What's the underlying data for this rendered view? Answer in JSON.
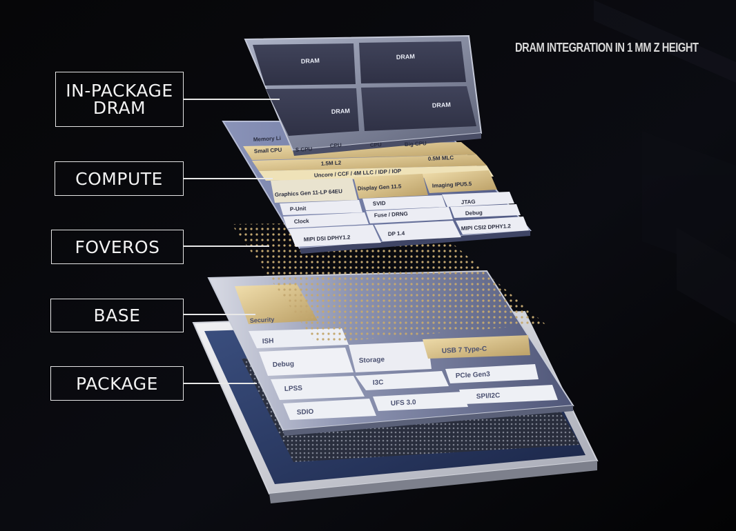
{
  "headline": "DRAM INTEGRATION IN 1 MM Z HEIGHT",
  "labels": {
    "dram": "IN-PACKAGE\nDRAM",
    "compute": "COMPUTE",
    "foveros": "FOVEROS",
    "base": "BASE",
    "package": "PACKAGE"
  },
  "dram_layer": {
    "tiles": [
      "DRAM",
      "DRAM",
      "DRAM",
      "DRAM"
    ]
  },
  "compute_layer": {
    "blocks": [
      "Memory Li",
      "Small CPU",
      "S CPU",
      "CPU",
      "CPU",
      "Big CPU",
      "1.5M L2",
      "0.5M MLC",
      "Uncore / CCF / 4M LLC / IDP / IOP",
      "Graphics Gen 11-LP 64EU",
      "Display Gen 11.5",
      "Imaging IPU5.5",
      "P-Unit",
      "SVID",
      "JTAG",
      "Clock",
      "Fuse / DRNG",
      "Debug",
      "MIPI DSI DPHY1.2",
      "DP 1.4",
      "MIPI CSI2 DPHY1.2"
    ]
  },
  "base_layer": {
    "blocks": [
      "Security",
      "ISH",
      "Debug",
      "Storage",
      "USB 7 Type-C",
      "LPSS",
      "I3C",
      "PCIe Gen3",
      "SDIO",
      "UFS 3.0",
      "SPI/I2C"
    ]
  },
  "colors": {
    "background": "#020203",
    "dram_tile": "#3a3d52",
    "gold": "#d9c28a",
    "silicon": "#6d7aa0",
    "bump": "#b49a62"
  }
}
